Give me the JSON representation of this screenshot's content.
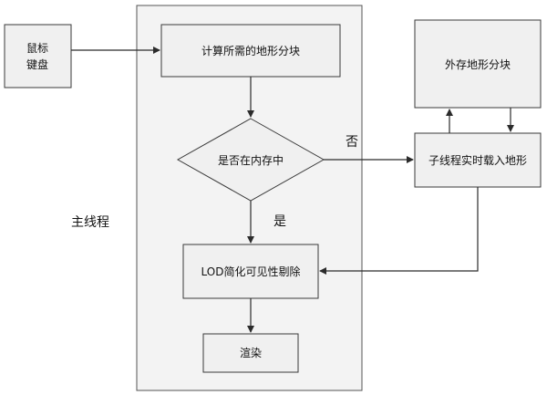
{
  "nodes": {
    "mouse_keyboard": [
      "鼠标",
      "键盘"
    ],
    "calc_tiles": "计算所需的地形分块",
    "in_memory": "是否在内存中",
    "lod_culling": "LOD简化可见性剔除",
    "render": "渲染",
    "external_tiles": "外存地形分块",
    "subthread_load": "子线程实时载入地形"
  },
  "labels": {
    "main_thread": "主线程",
    "no": "否",
    "yes": "是"
  }
}
